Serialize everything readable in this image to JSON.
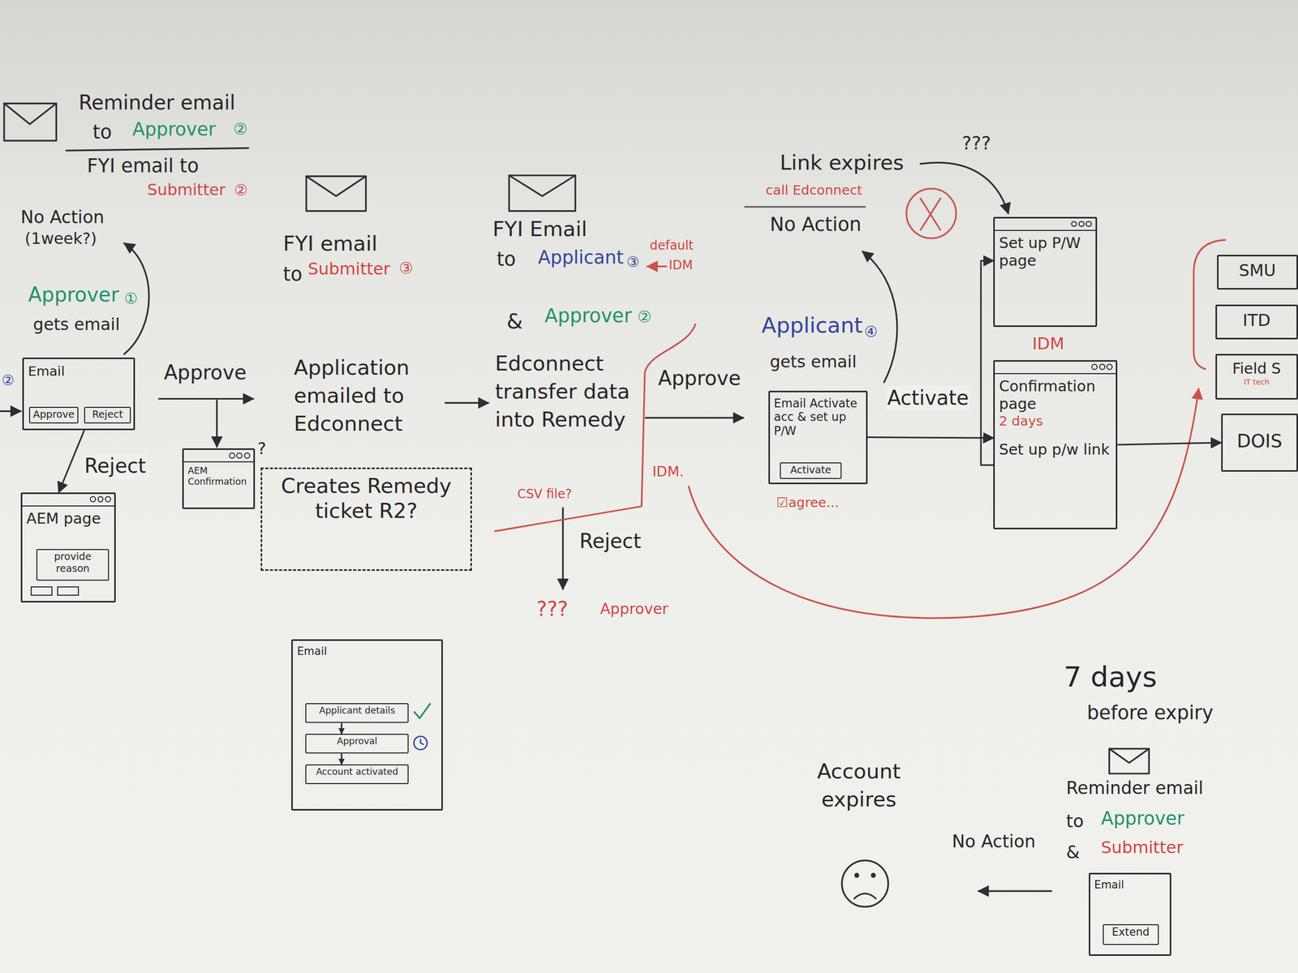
{
  "diagram": {
    "nodes": [
      {
        "text": [
          "Email"
        ]
      },
      {
        "text": [
          "Approve"
        ],
        "in": 0
      },
      {
        "text": [
          "Reject"
        ],
        "in": 0
      },
      {
        "text": [
          "AEM page"
        ]
      },
      {
        "text": [
          "provide reason"
        ],
        "in": 3
      },
      {
        "text": [
          "AEM Confirmation"
        ]
      },
      {
        "text": [
          "Creates Remedy ticket R2?"
        ]
      },
      {
        "text": [
          "Email Activate acc & set up P/W"
        ]
      },
      {
        "text": [
          "Activate"
        ],
        "in": 7
      },
      {
        "text": [
          "Set up P/W page"
        ]
      },
      {
        "text": [
          "Confirmation page",
          "2 days",
          "Set up p/w link"
        ]
      },
      {
        "text": [
          "SMU"
        ]
      },
      {
        "text": [
          "ITD"
        ]
      },
      {
        "text": [
          "Field S",
          "IT tech"
        ]
      },
      {
        "text": [
          "DOIS"
        ]
      },
      {
        "text": [
          "Email"
        ]
      },
      {
        "text": [
          "Applicant details"
        ],
        "in": 15
      },
      {
        "text": [
          "Approval"
        ],
        "in": 15
      },
      {
        "text": [
          "Account activated"
        ],
        "in": 15
      },
      {
        "text": [
          "Email"
        ]
      },
      {
        "text": [
          "Extend"
        ],
        "in": 19
      }
    ],
    "edges": [
      {
        "from": 0,
        "to": 3,
        "label": "Reject",
        "arrow": "to"
      },
      {
        "from": 7,
        "to": 10,
        "label": "Activate",
        "arrow": "to"
      },
      {
        "from": 10,
        "to": 9,
        "arrow": "to"
      },
      {
        "from": 10,
        "to": 14,
        "arrow": "to"
      },
      {
        "from": 16,
        "to": 17,
        "arrow": "to"
      },
      {
        "from": 17,
        "to": 18,
        "arrow": "to"
      }
    ],
    "labels": [
      "Reminder email",
      "to",
      "Approver",
      "②",
      "FYI email to",
      "Submitter",
      "②",
      "No Action",
      "(1week?)",
      "Approver",
      "①",
      "gets email",
      "②",
      "Approve",
      "?",
      "FYI email",
      "to",
      "Submitter",
      "③",
      "Application emailed to Edconnect",
      "FYI Email",
      "to",
      "Applicant",
      "③",
      "default",
      "IDM",
      "&",
      "Approver",
      "②",
      "Edconnect transfer data into Remedy",
      "CSV file?",
      "Reject",
      "???",
      "Approver",
      "IDM.",
      "Approve",
      "Link expires",
      "call Edconnect",
      "No Action",
      "???",
      "Applicant",
      "④",
      "gets email",
      "☑agree...",
      "IDM",
      "Account expires",
      "No Action",
      "7 days",
      "before expiry",
      "Reminder email",
      "to",
      "Approver",
      "&",
      "Submitter"
    ]
  }
}
